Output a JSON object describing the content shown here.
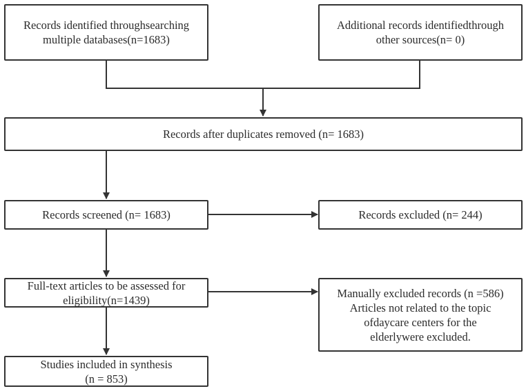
{
  "flowchart": {
    "identified_db": "Records identified throughsearching\nmultiple databases(n=1683)",
    "identified_other": "Additional records identifiedthrough\nother sources(n= 0)",
    "after_duplicates": "Records after duplicates removed (n= 1683)",
    "screened": "Records screened (n= 1683)",
    "excluded": "Records excluded (n= 244)",
    "fulltext": "Full-text articles to be assessed for\neligibility(n=1439)",
    "manual_excluded": "Manually excluded records (n =586)\nArticles not related to the topic\nofdaycare centers for the\nelderlywere excluded.",
    "included": "Studies included in synthesis\n(n = 853)"
  }
}
